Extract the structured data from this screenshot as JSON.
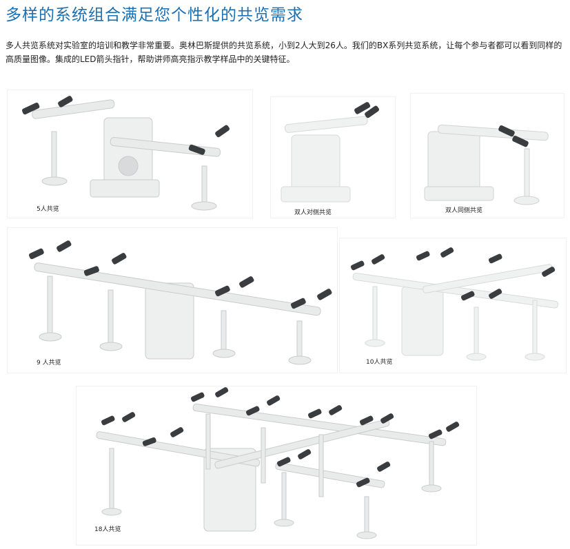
{
  "page": {
    "title": "多样的系统组合满足您个性化的共览需求",
    "intro": "多人共览系统对实验室的培训和教学非常重要。奥林巴斯提供的共览系统，小到2人大到26人。我们的BX系列共览系统，让每个参与者都可以看到同样的高质量图像。集成的LED箭头指针，帮助讲师高亮指示教学样品中的关键特征。"
  },
  "configurations": [
    {
      "caption": "5人共览"
    },
    {
      "caption": "双人对侧共览"
    },
    {
      "caption": "双人同侧共览"
    },
    {
      "caption": "9 人共览"
    },
    {
      "caption": "10人共览"
    },
    {
      "caption": "18人共览"
    }
  ]
}
